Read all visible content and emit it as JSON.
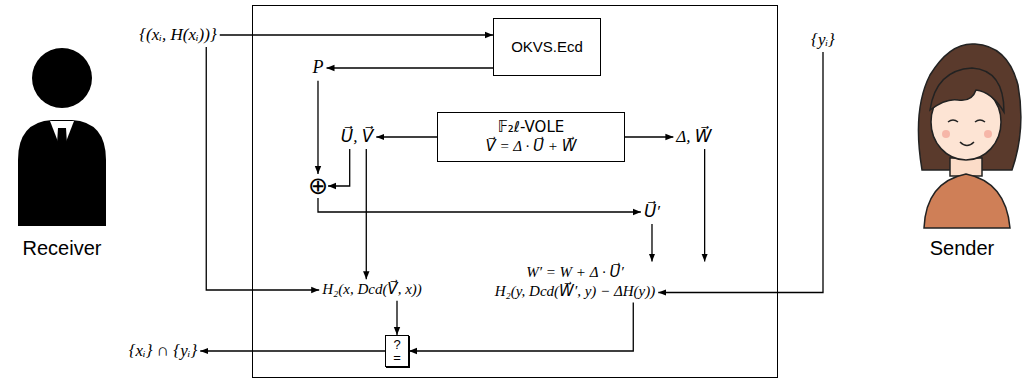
{
  "diagram": {
    "nodes": [
      {
        "text": [
          "{(xᵢ, H(xᵢ))}"
        ]
      },
      {
        "text": []
      },
      {
        "text": [
          "OKVS.Ecd"
        ],
        "in": 1
      },
      {
        "text": [
          "{yᵢ}"
        ]
      },
      {
        "text": [
          "P"
        ],
        "in": 1
      },
      {
        "text": [
          "U⃗, V⃗"
        ],
        "in": 1
      },
      {
        "text": [
          "𝔽₂ℓ-VOLE",
          "V⃗ = Δ · U⃗ + W⃗"
        ],
        "in": 1
      },
      {
        "text": [
          "Δ, W⃗"
        ],
        "in": 1
      },
      {
        "text": [
          "⊕"
        ],
        "in": 1
      },
      {
        "text": [
          "U⃗′"
        ],
        "in": 1
      },
      {
        "text": [
          "H₂(x, Dcd(V⃗, x))"
        ],
        "in": 1
      },
      {
        "text": [
          "W′ = W + Δ · U⃗′",
          "H₂(y, Dcd(W⃗′, y) − ΔH(y))"
        ],
        "in": 1
      },
      {
        "text": [
          "?",
          "="
        ],
        "in": 1
      },
      {
        "text": [
          "{xᵢ} ∩ {yᵢ}"
        ]
      }
    ],
    "edges": [
      {
        "from": 0,
        "to": 2,
        "arrow": "to"
      },
      {
        "from": 2,
        "to": 4,
        "arrow": "to"
      },
      {
        "from": 6,
        "to": 5,
        "arrow": "to"
      },
      {
        "from": 6,
        "to": 7,
        "arrow": "to"
      },
      {
        "from": 4,
        "to": 8,
        "arrow": "to"
      },
      {
        "from": 5,
        "to": 8,
        "arrow": "to"
      },
      {
        "from": 8,
        "to": 9,
        "arrow": "to"
      },
      {
        "from": 9,
        "to": 11,
        "arrow": "to"
      },
      {
        "from": 7,
        "to": 11,
        "arrow": "to"
      },
      {
        "from": 5,
        "to": 10,
        "arrow": "to"
      },
      {
        "from": 0,
        "to": 10,
        "arrow": "to"
      },
      {
        "from": 3,
        "to": 11,
        "arrow": "to"
      },
      {
        "from": 10,
        "to": 12,
        "arrow": "to"
      },
      {
        "from": 11,
        "to": 12,
        "arrow": "to"
      },
      {
        "from": 12,
        "to": 13,
        "arrow": "to"
      }
    ],
    "labels": [
      "Receiver",
      "Sender"
    ]
  }
}
